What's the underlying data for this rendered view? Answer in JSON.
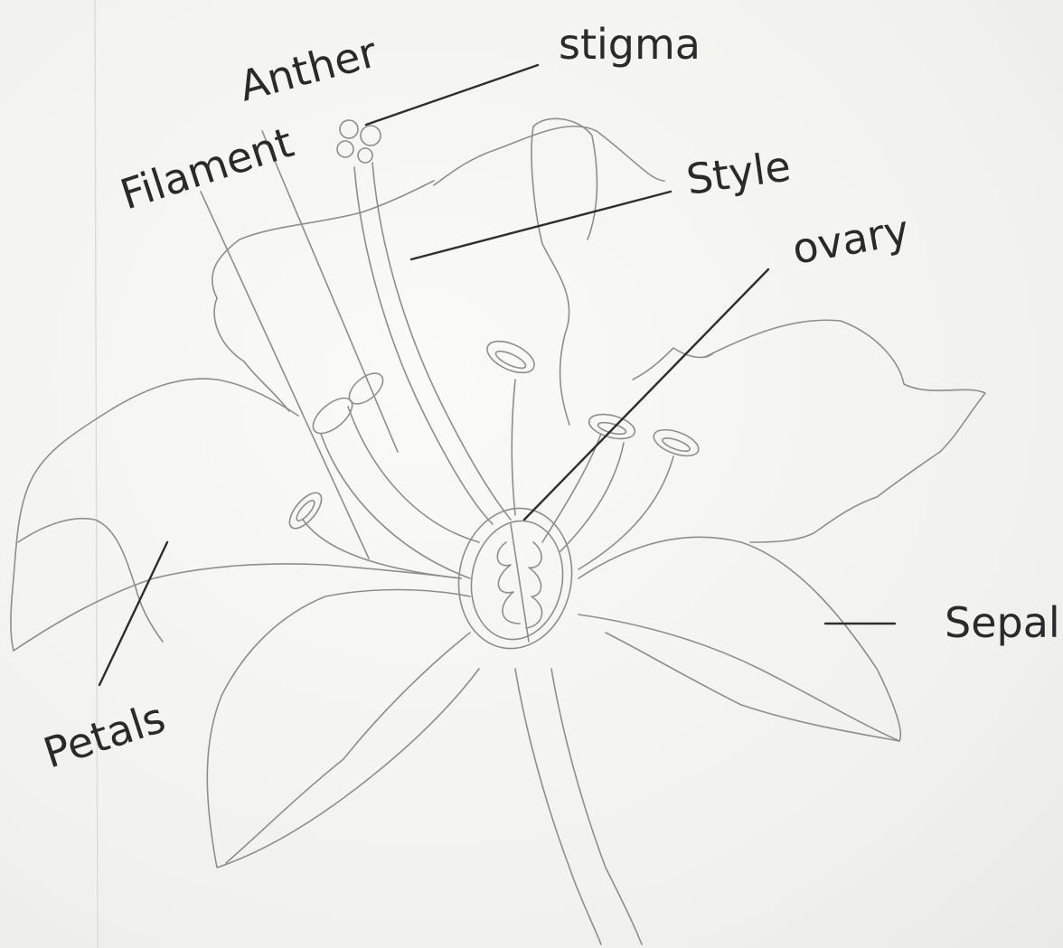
{
  "labels": {
    "stigma": "stigma",
    "anther": "Anther",
    "filament": "Filament",
    "style": "Style",
    "ovary": "ovary",
    "petals": "Petals",
    "sepal": "Sepal"
  },
  "colors": {
    "paper": "#f4f4f2",
    "pencil": "#8e8e8e",
    "ink": "#2a2a2a"
  }
}
